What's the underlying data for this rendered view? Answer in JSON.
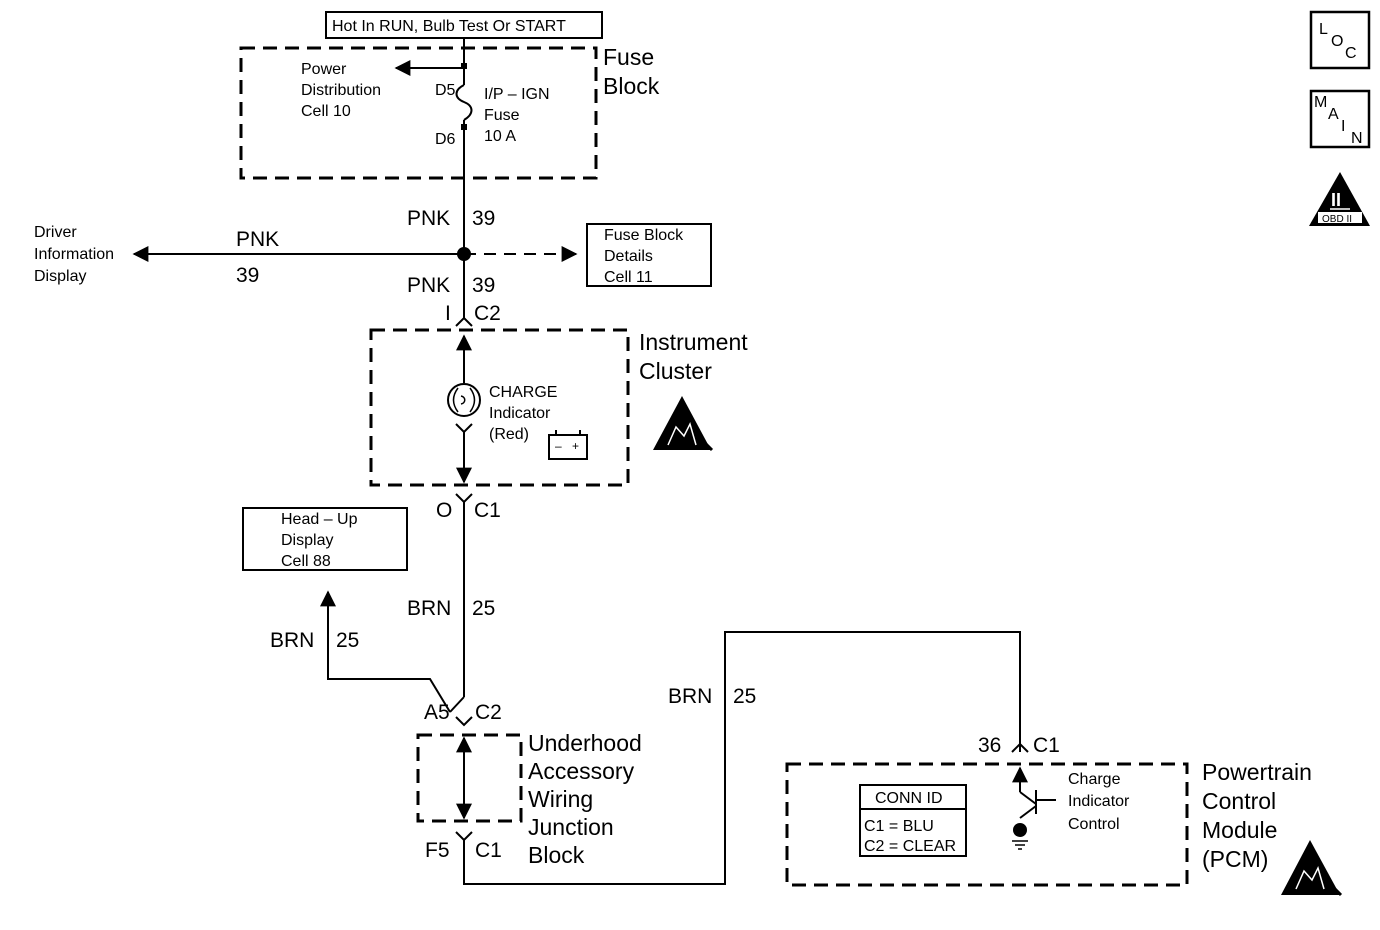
{
  "power_label": "Hot In RUN, Bulb Test Or START",
  "fuse_block": {
    "title_line1": "Fuse",
    "title_line2": "Block",
    "power_dist_line1": "Power",
    "power_dist_line2": "Distribution",
    "power_dist_line3": "Cell 10",
    "pin_in": "D5",
    "pin_out": "D6",
    "fuse_line1": "I/P – IGN",
    "fuse_line2": "Fuse",
    "fuse_line3": "10 A"
  },
  "wires": {
    "pnk_color": "PNK",
    "pnk_circuit": "39",
    "brn_color": "BRN",
    "brn_circuit": "25"
  },
  "driver_info": {
    "line1": "Driver",
    "line2": "Information",
    "line3": "Display"
  },
  "fuse_details": {
    "line1": "Fuse Block",
    "line2": "Details",
    "line3": "Cell 11"
  },
  "instrument_cluster": {
    "pin_top": "I",
    "conn_top": "C2",
    "title_line1": "Instrument",
    "title_line2": "Cluster",
    "indicator_line1": "CHARGE",
    "indicator_line2": "Indicator",
    "indicator_line3": "(Red)",
    "battery_minus": "–",
    "battery_plus": "+",
    "pin_bottom": "O",
    "conn_bottom": "C1"
  },
  "head_up": {
    "line1": "Head – Up",
    "line2": "Display",
    "line3": "Cell 88"
  },
  "junction_block": {
    "pin_top": "A5",
    "conn_top": "C2",
    "pin_bottom": "F5",
    "conn_bottom": "C1",
    "title_line1": "Underhood",
    "title_line2": "Accessory",
    "title_line3": "Wiring",
    "title_line4": "Junction",
    "title_line5": "Block"
  },
  "pcm": {
    "pin": "36",
    "conn": "C1",
    "title_line1": "Powertrain",
    "title_line2": "Control",
    "title_line3": "Module",
    "title_line4": "(PCM)",
    "control_line1": "Charge",
    "control_line2": "Indicator",
    "control_line3": "Control",
    "conn_id_header": "CONN ID",
    "conn_id_c1": "C1 = BLU",
    "conn_id_c2": "C2 = CLEAR"
  },
  "badges": {
    "loc_l": "L",
    "loc_o": "O",
    "loc_c": "C",
    "main_m": "M",
    "main_a": "A",
    "main_i": "I",
    "main_n": "N",
    "obd_numeral": "II",
    "obd_text": "OBD II"
  }
}
